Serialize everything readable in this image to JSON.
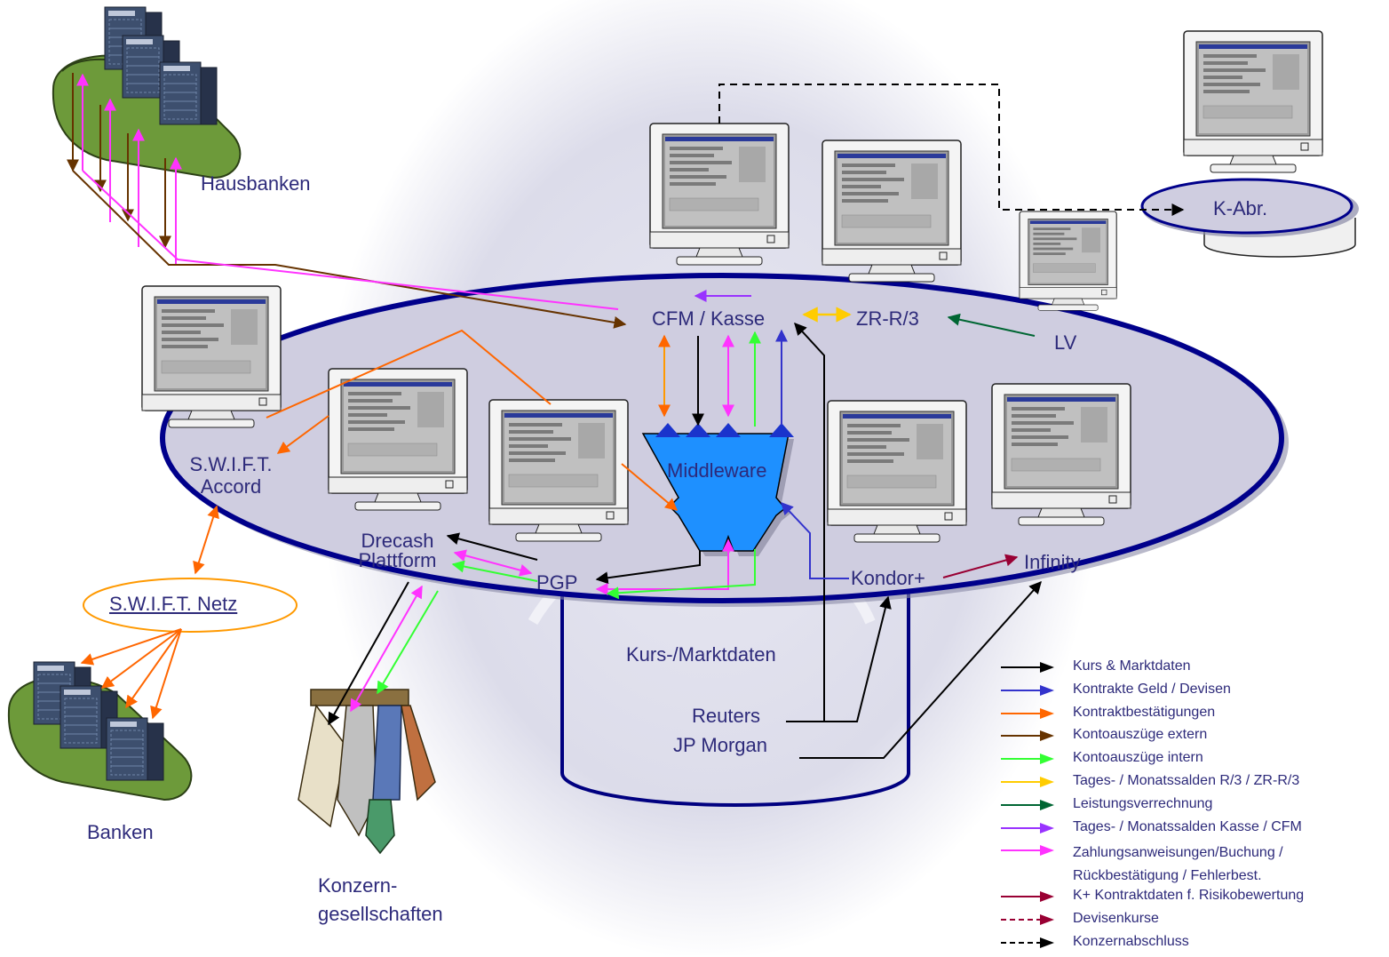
{
  "nodes": {
    "hausbanken": "Hausbanken",
    "banken": "Banken",
    "konzern_line1": "Konzern-",
    "konzern_line2": "gesellschaften",
    "swift_accord_line1": "S.W.I.F.T.",
    "swift_accord_line2": "Accord",
    "swift_netz": "S.W.I.F.T. Netz",
    "drecash_line1": "Drecash",
    "drecash_line2": "Plattform",
    "pgp": "PGP",
    "middleware": "Middleware",
    "cfm_kasse": "CFM / Kasse",
    "zr_r3": "ZR-R/3",
    "lv": "LV",
    "k_abr": "K-Abr.",
    "kondor": "Kondor+",
    "infinity": "Infinity",
    "kurs_marktdaten": "Kurs-/Marktdaten",
    "reuters": "Reuters",
    "jp_morgan": "JP Morgan"
  },
  "legend": [
    {
      "label": "Kurs & Marktdaten",
      "color": "#000000",
      "style": "solid"
    },
    {
      "label": "Kontrakte Geld / Devisen",
      "color": "#3333cc",
      "style": "solid"
    },
    {
      "label": "Kontraktbestätigungen",
      "color": "#ff6600",
      "style": "solid"
    },
    {
      "label": "Kontoauszüge extern",
      "color": "#663300",
      "style": "solid"
    },
    {
      "label": "Kontoauszüge intern",
      "color": "#33ff33",
      "style": "solid"
    },
    {
      "label": "Tages- / Monatssalden R/3 / ZR-R/3",
      "color": "#ffcc00",
      "style": "solid"
    },
    {
      "label": "Leistungsverrechnung",
      "color": "#006633",
      "style": "solid"
    },
    {
      "label": "Tages- / Monatssalden Kasse / CFM",
      "color": "#9933ff",
      "style": "solid"
    },
    {
      "label": "Zahlungsanweisungen/Buchung / Rückbestätigung / Fehlerbest.",
      "color": "#ff33ff",
      "style": "solid"
    },
    {
      "label": "K+ Kontraktdaten f. Risikobewertung",
      "color": "#990033",
      "style": "solid"
    },
    {
      "label": "Devisenkurse",
      "color": "#990033",
      "style": "dashed"
    },
    {
      "label": "Konzernabschluss",
      "color": "#000000",
      "style": "dashed"
    }
  ]
}
